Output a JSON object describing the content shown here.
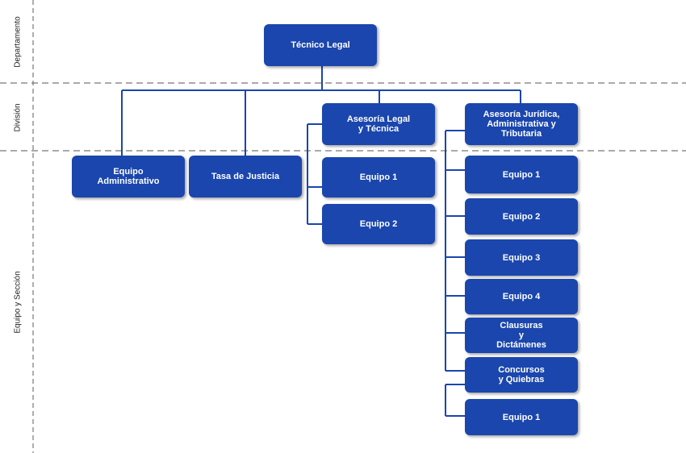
{
  "bands": {
    "departamento": "Departamento",
    "division": "División",
    "equipo_seccion": "Equipo y Sección"
  },
  "nodes": {
    "tecnico_legal": "Técnico Legal",
    "equipo_administrativo": "Equipo\nAdministrativo",
    "tasa_justicia": "Tasa de Justicia",
    "asesoria_legal_tecnica": "Asesoría Legal\ny Técnica",
    "alt_equipo1": "Equipo 1",
    "alt_equipo2": "Equipo 2",
    "asesoria_juridica": "Asesoría Jurídica,\nAdministrativa y\nTributaria",
    "aj_equipo1": "Equipo 1",
    "aj_equipo2": "Equipo 2",
    "aj_equipo3": "Equipo 3",
    "aj_equipo4": "Equipo 4",
    "clausuras": "Clausuras\ny\nDictámenes",
    "concursos": "Concursos\ny Quiebras",
    "cq_equipo1": "Equipo 1"
  },
  "colors": {
    "node_fill": "#1a46ad",
    "connector": "#1a46ad",
    "dashed_line": "#777777"
  }
}
